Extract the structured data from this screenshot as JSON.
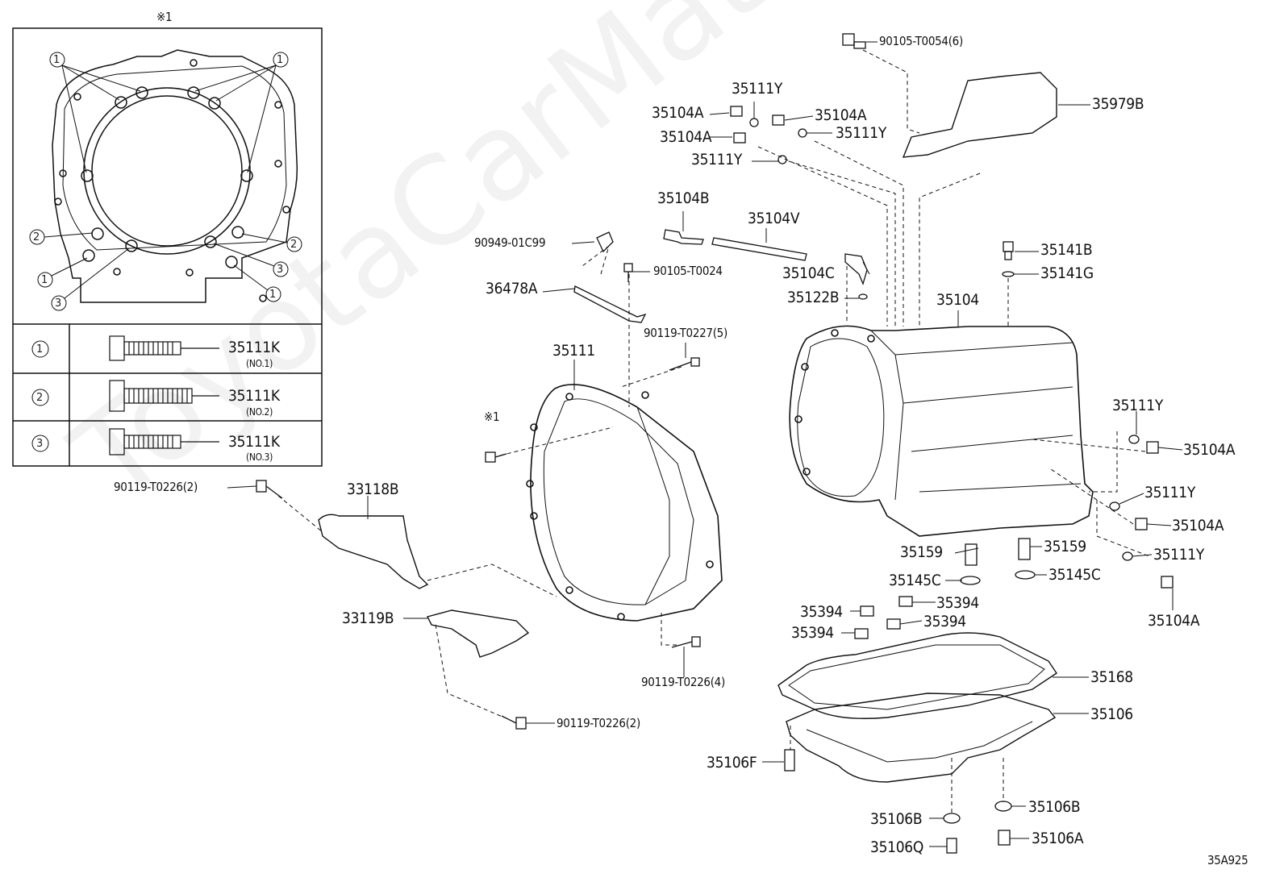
{
  "watermark": "ToyotaCarMate.ru",
  "diagram_ref": "35A925",
  "inset": {
    "note_mark": "※1",
    "legend": [
      {
        "num": "1",
        "part": "35111K",
        "sub": "(NO.1)"
      },
      {
        "num": "2",
        "part": "35111K",
        "sub": "(NO.2)"
      },
      {
        "num": "3",
        "part": "35111K",
        "sub": "(NO.3)"
      }
    ]
  },
  "labels": {
    "l90105_t0054": "90105-T0054(6)",
    "l35979b": "35979B",
    "l35111y_top": "35111Y",
    "l35104a_1": "35104A",
    "l35104a_2": "35104A",
    "l35104a_3": "35104A",
    "l35111y_2": "35111Y",
    "l35111y_3": "35111Y",
    "l35104b": "35104B",
    "l35104v": "35104V",
    "l90949": "90949-01C99",
    "l90105_t0024": "90105-T0024",
    "l35104c": "35104C",
    "l35141b": "35141B",
    "l35141g": "35141G",
    "l36478a": "36478A",
    "l35122b": "35122B",
    "l35104": "35104",
    "l90119_t0227": "90119-T0227(5)",
    "l35111": "35111",
    "l35111y_r1": "35111Y",
    "l35104a_r1": "35104A",
    "l35111y_r2": "35111Y",
    "l35104a_r2": "35104A",
    "l35111y_r3": "35111Y",
    "l35104a_r3": "35104A",
    "l90119_t0226_a": "90119-T0226(2)",
    "l33118b": "33118B",
    "l35159_a": "35159",
    "l35159_b": "35159",
    "l35145c_a": "35145C",
    "l35145c_b": "35145C",
    "l35394_a": "35394",
    "l35394_b": "35394",
    "l35394_c": "35394",
    "l35394_d": "35394",
    "l33119b": "33119B",
    "l90119_t0226_b": "90119-T0226(4)",
    "l35168": "35168",
    "l35106": "35106",
    "l90119_t0226_c": "90119-T0226(2)",
    "l35106f": "35106F",
    "l35106b_a": "35106B",
    "l35106b_b": "35106B",
    "l35106q": "35106Q",
    "l35106a": "35106A",
    "note_mark_main": "※1"
  }
}
